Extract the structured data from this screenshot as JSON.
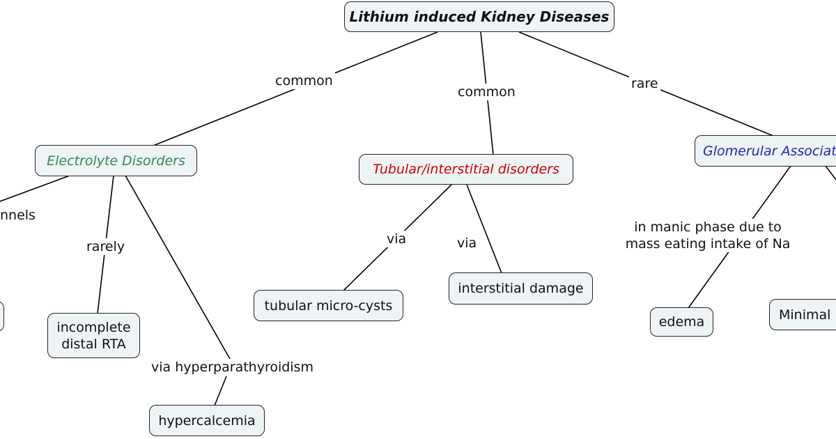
{
  "colors": {
    "node_fill": "#eef3f6",
    "line": "#000000",
    "electrolyte_text": "#2e8b57",
    "tubular_text": "#cc0000",
    "glomerular_text": "#1f2aa8"
  },
  "nodes": {
    "root": "Lithium induced Kidney Diseases",
    "electrolyte": "Electrolyte Disorders",
    "tubular": "Tubular/interstitial disorders",
    "glomerular": "Glomerular Associat",
    "incomplete_rta": [
      "incomplete",
      "distal RTA"
    ],
    "hypercalcemia": "hypercalcemia",
    "micro_cysts": "tubular micro-cysts",
    "interstitial_damage": "interstitial damage",
    "edema": "edema",
    "minimal": "Minimal"
  },
  "links": {
    "root_electrolyte": "common",
    "root_tubular": "common",
    "root_glomerular": "rare",
    "electrolyte_channels": "nnels",
    "electrolyte_rta": "rarely",
    "electrolyte_hypercalcemia": "via hyperparathyroidism",
    "tubular_cysts": "via",
    "tubular_damage": "via",
    "glomerular_edema": [
      "in manic phase due to",
      "mass eating intake of Na"
    ]
  }
}
